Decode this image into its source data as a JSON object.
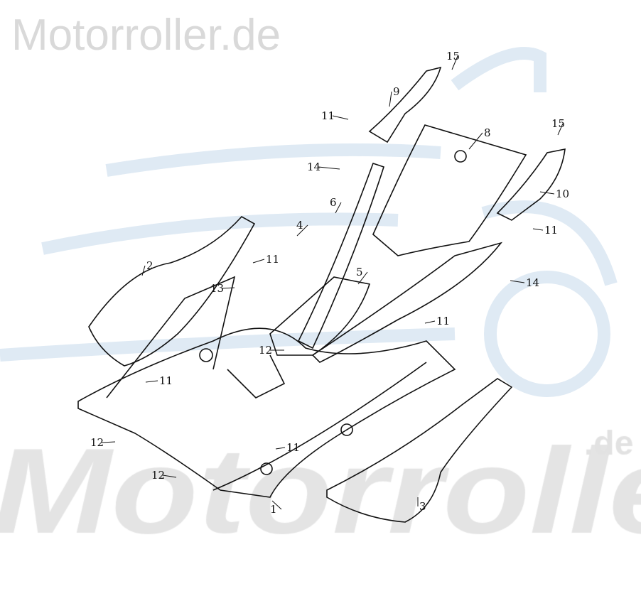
{
  "watermark": {
    "top": "Motorroller.de",
    "big": "Motorroller",
    "suffix": ".de"
  },
  "colors": {
    "line": "#111111",
    "watermark_gray": "#d9d9d9",
    "logo_blue": "#dce8f3"
  },
  "labels": [
    "15",
    "9",
    "11",
    "8",
    "15",
    "14",
    "10",
    "6",
    "4",
    "11",
    "2",
    "11",
    "5",
    "13",
    "14",
    "11",
    "12",
    "11",
    "12",
    "11",
    "12",
    "1",
    "3"
  ]
}
